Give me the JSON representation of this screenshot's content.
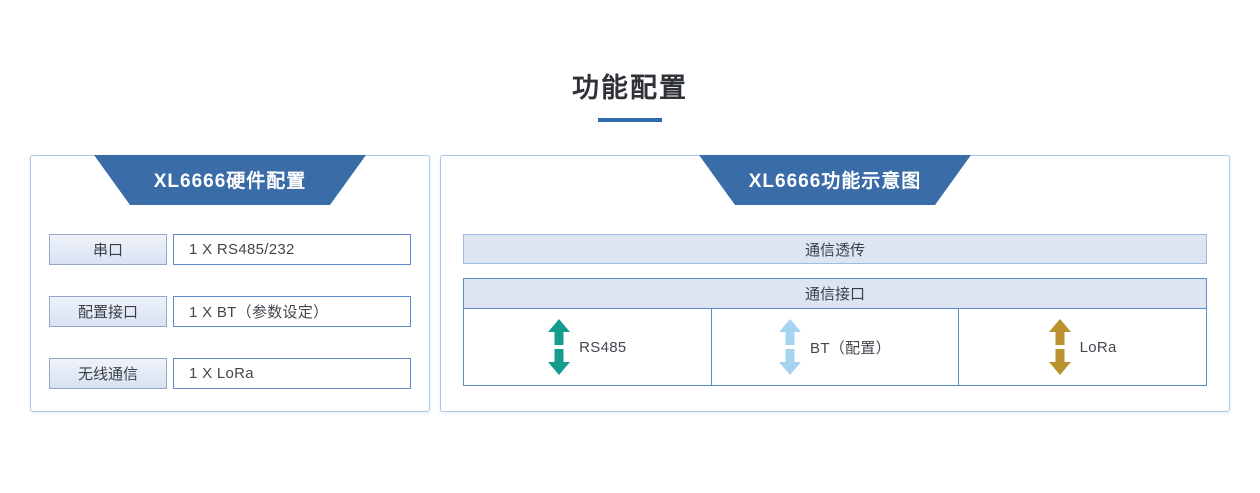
{
  "page": {
    "title": "功能配置",
    "accent_color": "#2e6ca8",
    "header_blue": "#3a6ca8"
  },
  "hardware_panel": {
    "header": "XL6666硬件配置",
    "rows": [
      {
        "label": "串口",
        "value": "1 X RS485/232"
      },
      {
        "label": "配置接口",
        "value": "1 X BT（参数设定）"
      },
      {
        "label": "无线通信",
        "value": "1 X LoRa"
      }
    ]
  },
  "diagram_panel": {
    "header": "XL6666功能示意图",
    "passthrough_label": "通信透传",
    "interface_header": "通信接口",
    "interfaces": [
      {
        "label": "RS485",
        "icon": "double-vertical-arrow",
        "color": "#169c8f"
      },
      {
        "label": "BT（配置）",
        "icon": "double-vertical-arrow",
        "color": "#a6d4f0"
      },
      {
        "label": "LoRa",
        "icon": "double-vertical-arrow",
        "color": "#b9912e"
      }
    ]
  }
}
